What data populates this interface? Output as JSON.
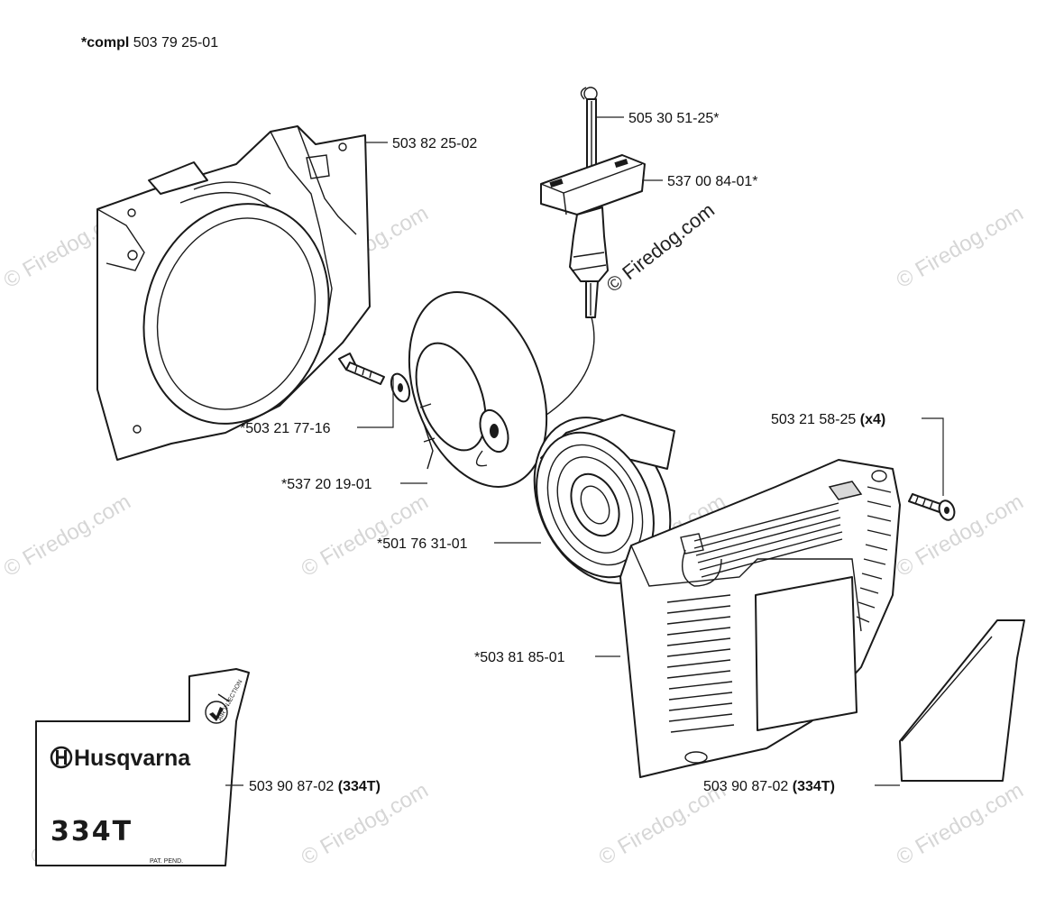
{
  "header": {
    "compl_prefix": "*compl",
    "compl_number": "503 79 25-01"
  },
  "parts": [
    {
      "number": "505 30 51-25*",
      "suffix": ""
    },
    {
      "number": "503 82 25-02",
      "suffix": ""
    },
    {
      "number": "537 00 84-01*",
      "suffix": ""
    },
    {
      "number": "503 21 58-25",
      "suffix": "(x4)"
    },
    {
      "number": "*503 21 77-16",
      "suffix": ""
    },
    {
      "number": "*537 20 19-01",
      "suffix": ""
    },
    {
      "number": "*501 76 31-01",
      "suffix": ""
    },
    {
      "number": "*503 81 85-01",
      "suffix": ""
    },
    {
      "number": "503 90 87-02",
      "suffix": "(334T)"
    },
    {
      "number": "503 90 87-02",
      "suffix": "(334T)"
    }
  ],
  "decal": {
    "brand": "Husqvarna",
    "model": "334T",
    "pat": "PAT. PEND.",
    "air_injection": "AIR INJECTION"
  },
  "watermark": {
    "text": "© Firedog.com"
  }
}
